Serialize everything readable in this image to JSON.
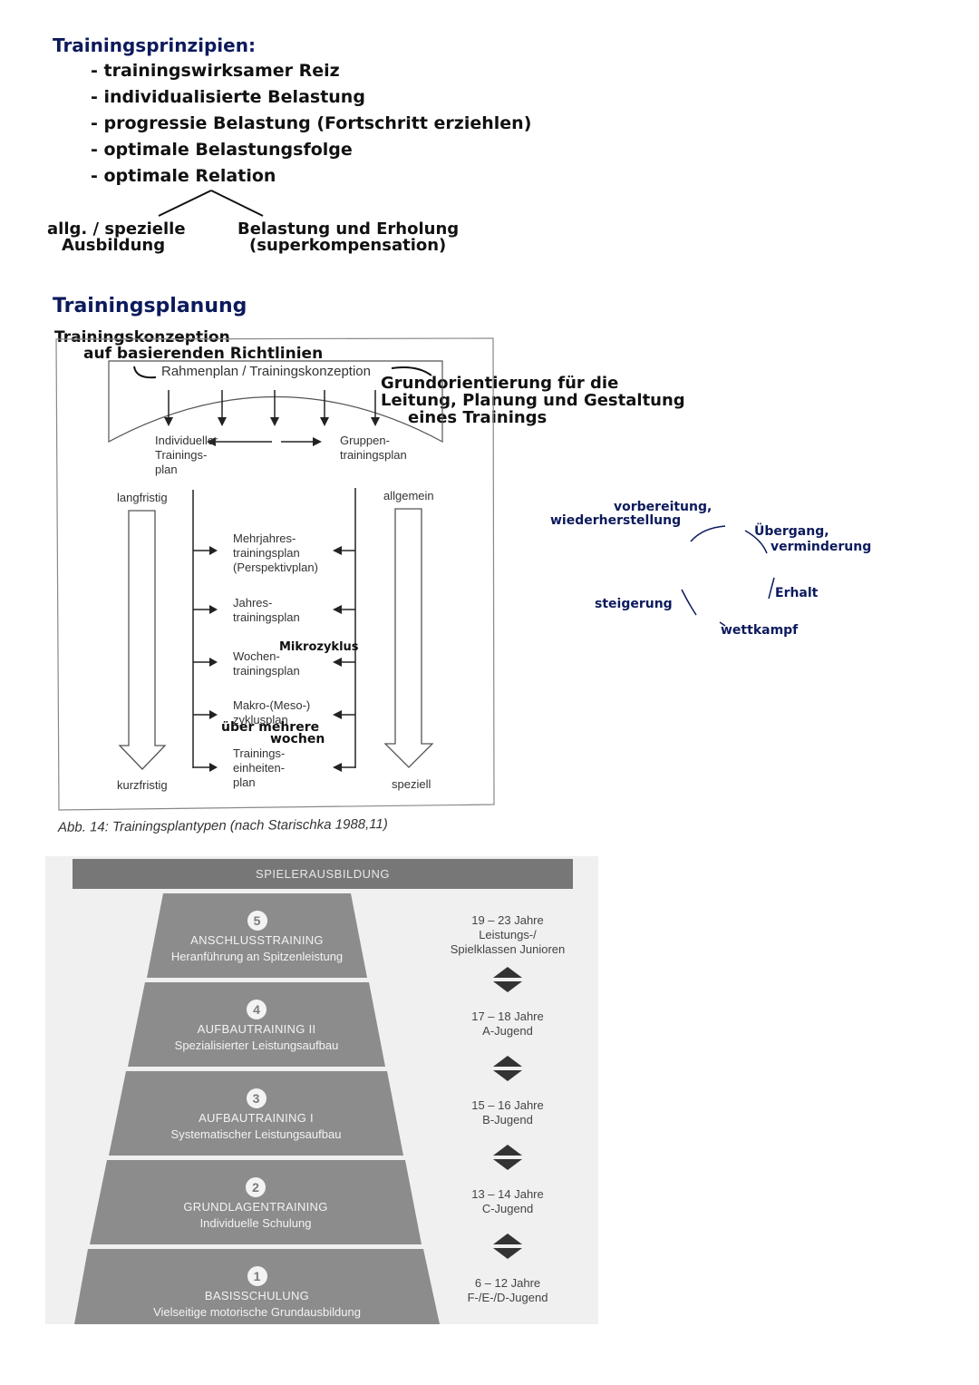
{
  "principles": {
    "title": "Trainingsprinzipien:",
    "items": [
      "- trainingswirksamer Reiz",
      "- individualisierte Belastung",
      "- progressie Belastung (Fortschritt erziehlen)",
      "- optimale Belastungsfolge",
      "- optimale Relation"
    ],
    "branch_left": [
      "allg. / spezielle",
      "Ausbildung"
    ],
    "branch_right": [
      "Belastung und Erholung",
      "(superkompensation)"
    ]
  },
  "planning": {
    "title": "Trainingsplanung",
    "note_concept": "Trainingskonzeption",
    "note_guidelines": "auf basierenden Richtlinien",
    "note_orientation": [
      "Grundorientierung für die",
      "Leitung, Planung und Gestaltung",
      "eines Trainings"
    ],
    "note_micro": "Mikrozyklus",
    "note_weeks": [
      "über mehrere",
      "wochen"
    ]
  },
  "figure": {
    "framework": "Rahmenplan / Trainingskonzeption",
    "individual": [
      "Individueller",
      "Trainings-",
      "plan"
    ],
    "group": [
      "Gruppen-",
      "trainingsplan"
    ],
    "left_top": "langfristig",
    "left_bottom": "kurzfristig",
    "right_top": "allgemein",
    "right_bottom": "speziell",
    "plans": [
      [
        "Mehrjahres-",
        "trainingsplan",
        "(Perspektivplan)"
      ],
      [
        "Jahres-",
        "trainingsplan"
      ],
      [
        "Wochen-",
        "trainingsplan"
      ],
      [
        "Makro-(Meso-)",
        "zyklusplan"
      ],
      [
        "Trainings-",
        "einheiten-",
        "plan"
      ]
    ],
    "caption": "Abb. 14: Trainingsplantypen (nach Starischka 1988,11)"
  },
  "cycle": {
    "prep": [
      "vorbereitung,",
      "wiederherstellung"
    ],
    "transition": [
      "Übergang,",
      "verminderung"
    ],
    "maintain": "Erhalt",
    "increase": "steigerung",
    "competition": "wettkampf"
  },
  "pyramid": {
    "header": "SPIELERAUSBILDUNG",
    "levels": [
      {
        "num": "5",
        "name": "ANSCHLUSSTRAINING",
        "desc": "Heranführung an Spitzenleistung",
        "age": "19 – 23 Jahre",
        "group": [
          "Leistungs-/",
          "Spielklassen Junioren"
        ]
      },
      {
        "num": "4",
        "name": "AUFBAUTRAINING II",
        "desc": "Spezialisierter Leistungsaufbau",
        "age": "17 – 18 Jahre",
        "group": [
          "A-Jugend"
        ]
      },
      {
        "num": "3",
        "name": "AUFBAUTRAINING I",
        "desc": "Systematischer Leistungsaufbau",
        "age": "15 – 16 Jahre",
        "group": [
          "B-Jugend"
        ]
      },
      {
        "num": "2",
        "name": "GRUNDLAGENTRAINING",
        "desc": "Individuelle Schulung",
        "age": "13 – 14 Jahre",
        "group": [
          "C-Jugend"
        ]
      },
      {
        "num": "1",
        "name": "BASISSCHULUNG",
        "desc": "Vielseitige motorische Grundausbildung",
        "age": "6 – 12 Jahre",
        "group": [
          "F-/E-/D-Jugend"
        ]
      }
    ],
    "colors": {
      "bg": "#f0f0f0",
      "header": "#777777",
      "trapezoid": "#8c8c8c",
      "arrow": "#333333"
    }
  }
}
